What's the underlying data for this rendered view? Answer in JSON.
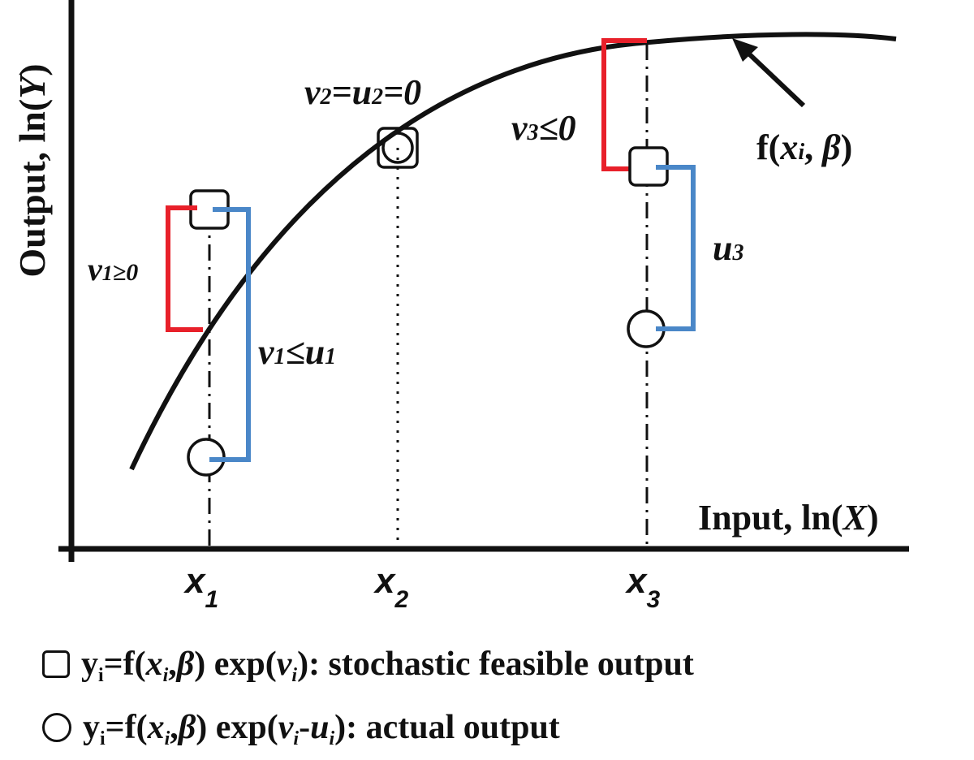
{
  "axes": {
    "y_label_prefix": "Output, ln(",
    "y_label_var": "Y",
    "y_label_suffix": ")",
    "x_label_prefix": "Input, ln(",
    "x_label_var": "X",
    "x_label_suffix": ")"
  },
  "ticks": [
    {
      "main": "x",
      "sub": "1"
    },
    {
      "main": "x",
      "sub": "2"
    },
    {
      "main": "x",
      "sub": "3"
    }
  ],
  "curve_label": {
    "prefix": "f(",
    "var": "x",
    "sub": "i",
    "mid": ", ",
    "greek": "β",
    "suffix": ")"
  },
  "annotations": {
    "v1_nonneg": {
      "v": "v",
      "sub": "1",
      "rel": "≥0"
    },
    "v1_le_u1": {
      "v": "v",
      "sub": "1",
      "rel": "≤",
      "u": "u",
      "usub": "1"
    },
    "v2_eq": {
      "v": "v",
      "sub": "2",
      "eq1": "=",
      "u": "u",
      "usub": "2",
      "eq2": "=0"
    },
    "v3_nonpos": {
      "v": "v",
      "sub": "3",
      "rel": "≤0"
    },
    "u3": {
      "u": "u",
      "sub": "3"
    }
  },
  "legend": [
    {
      "symbol": "square",
      "y": "y",
      "y_sub": "i",
      "eq": "=f(",
      "x": "x",
      "x_sub": "i",
      "comma": ",",
      "beta": "β",
      "close": ") exp(",
      "v": "v",
      "v_sub": "i",
      "minus": "",
      "u": "",
      "u_sub": "",
      "end": "): stochastic feasible output"
    },
    {
      "symbol": "circle",
      "y": "y",
      "y_sub": "i",
      "eq": "=f(",
      "x": "x",
      "x_sub": "i",
      "comma": ",",
      "beta": "β",
      "close": ") exp(",
      "v": "v",
      "v_sub": "i",
      "minus": "-",
      "u": "u",
      "u_sub": "i",
      "end": "): actual output"
    }
  ],
  "colors": {
    "axis": "#111111",
    "noise": "#e8202a",
    "inefficiency": "#4a87c8"
  }
}
